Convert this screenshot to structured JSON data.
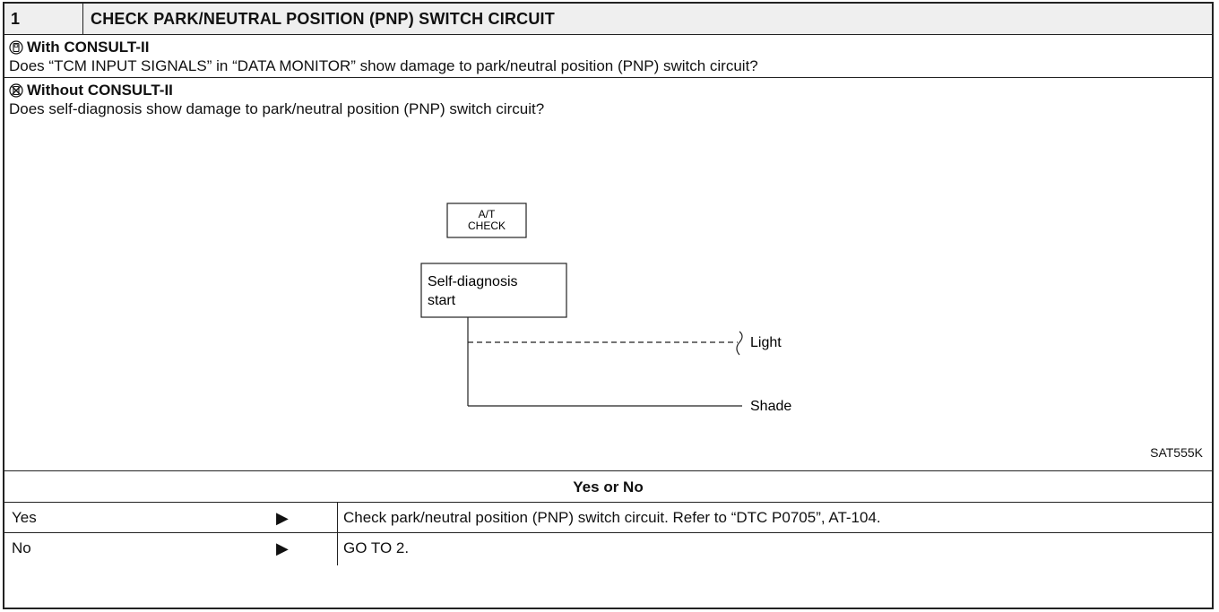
{
  "header": {
    "step_number": "1",
    "title": "CHECK PARK/NEUTRAL POSITION (PNP) SWITCH CIRCUIT"
  },
  "with_consult": {
    "heading": "With CONSULT-II",
    "question": "Does “TCM INPUT SIGNALS” in “DATA MONITOR” show damage to park/neutral position (PNP) switch circuit?",
    "icon": "consult-tool-icon"
  },
  "without_consult": {
    "heading": "Without CONSULT-II",
    "question": "Does self-diagnosis show damage to park/neutral position (PNP) switch circuit?",
    "icon": "no-consult-icon"
  },
  "diagram": {
    "at_check_line1": "A/T",
    "at_check_line2": "CHECK",
    "self_diag_line1": "Self-diagnosis",
    "self_diag_line2": "start",
    "light_label": "Light",
    "shade_label": "Shade",
    "figure_code": "SAT555K"
  },
  "yes_or_no": {
    "label": "Yes or No"
  },
  "answers": [
    {
      "key": "Yes",
      "arrow": "▶",
      "value": "Check park/neutral position (PNP) switch circuit. Refer to “DTC P0705”, AT-104."
    },
    {
      "key": "No",
      "arrow": "▶",
      "value": "GO TO 2."
    }
  ]
}
